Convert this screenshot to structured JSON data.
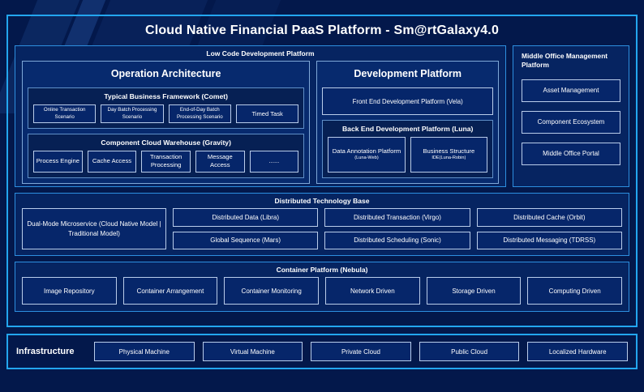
{
  "title": "Cloud Native Financial PaaS Platform - Sm@rtGalaxy4.0",
  "colors": {
    "page_bg": "#03184b",
    "accent_border": "#23a6ef",
    "panel_bg": "#062461",
    "cell_bg": "#06266a",
    "cell_border": "#b9ccea",
    "text": "#ffffff"
  },
  "low_code": {
    "title": "Low Code Development Platform",
    "operation_architecture": {
      "title": "Operation Architecture",
      "business_framework": {
        "title": "Typical Business Framework (Comet)",
        "items": [
          "Online Transaction Scenario",
          "Day Batch Processing Scenario",
          "End-of-Day Batch Processing Scenario",
          "Timed Task"
        ]
      },
      "component_warehouse": {
        "title": "Component Cloud Warehouse (Gravity)",
        "items": [
          "Process Engine",
          "Cache Access",
          "Transaction Processing",
          "Message Access",
          "......"
        ]
      }
    },
    "development_platform": {
      "title": "Development Platform",
      "front_end": "Front End Development Platform (Vela)",
      "back_end": {
        "title": "Back End Development Platform (Luna)",
        "items": [
          {
            "name": "Data Annotation Platform",
            "sub": "(Luna-Web)"
          },
          {
            "name": "Business Structure",
            "sub": "IDE(Luna-Robin)"
          }
        ]
      }
    }
  },
  "middle_office": {
    "title": "Middle Office Management Platform",
    "items": [
      "Asset Management",
      "Component Ecosystem",
      "Middle Office Portal"
    ]
  },
  "distributed_base": {
    "title": "Distributed Technology Base",
    "dual_mode": "Dual-Mode Microservice (Cloud Native Model | Traditional Model)",
    "columns": [
      [
        "Distributed Data (Libra)",
        "Global Sequence (Mars)"
      ],
      [
        "Distributed Transaction (Virgo)",
        "Distributed Scheduling (Sonic)"
      ],
      [
        "Distributed Cache (Orbit)",
        "Distributed Messaging (TDRSS)"
      ]
    ]
  },
  "container_platform": {
    "title": "Container Platform (Nebula)",
    "items": [
      "Image Repository",
      "Container Arrangement",
      "Container Monitoring",
      "Network Driven",
      "Storage Driven",
      "Computing Driven"
    ]
  },
  "infrastructure": {
    "label": "Infrastructure",
    "items": [
      "Physical Machine",
      "Virtual Machine",
      "Private Cloud",
      "Public Cloud",
      "Localized Hardware"
    ]
  }
}
